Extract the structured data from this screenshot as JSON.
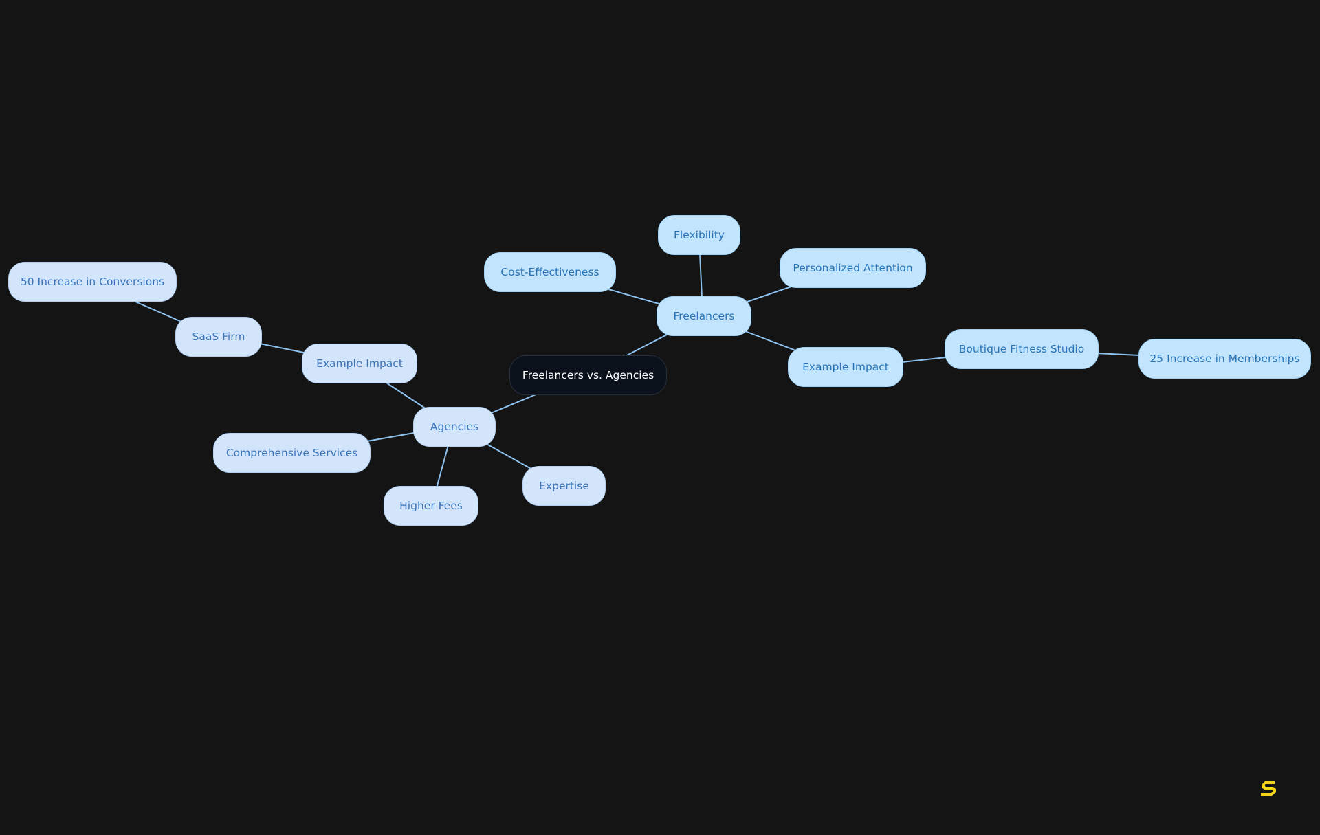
{
  "diagram": {
    "root": "Freelancers vs. Agencies",
    "freelancers": {
      "label": "Freelancers",
      "children": [
        "Flexibility",
        "Cost-Effectiveness",
        "Personalized Attention"
      ],
      "example": {
        "label": "Example Impact",
        "firm": "Boutique Fitness Studio",
        "result": "25 Increase in Memberships"
      }
    },
    "agencies": {
      "label": "Agencies",
      "children": [
        "Comprehensive Services",
        "Higher Fees",
        "Expertise"
      ],
      "example": {
        "label": "Example Impact",
        "firm": "SaaS Firm",
        "result": "50 Increase in Conversions"
      }
    }
  },
  "colors": {
    "background": "#141414",
    "edge": "#8ec2f0",
    "root_fill": "#0b111b",
    "freelancer_fill": "#c2e5fd",
    "agency_fill": "#d3e5fb",
    "node_text": "#2874b8",
    "logo": "#f2d21b"
  },
  "logo_icon": "brand-s-logo-icon"
}
